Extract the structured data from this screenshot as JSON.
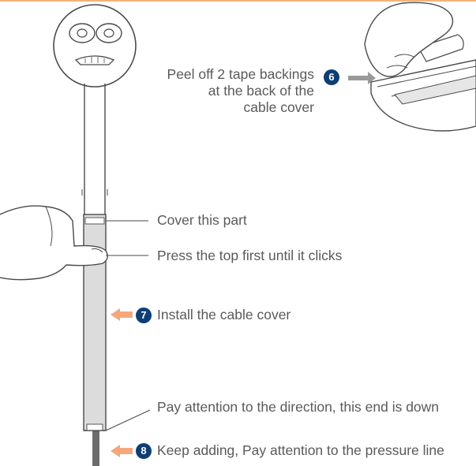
{
  "colors": {
    "top_rule": "#f2b27e",
    "badge": "#0d3f73",
    "arrow_orange": "#f4a77b",
    "arrow_grey": "#9a9a9a",
    "cover_fill": "#dcdcdc",
    "stand_fill": "#ffffff",
    "stroke": "#4a4a4a",
    "cable": "#6c6c6c"
  },
  "steps": {
    "peel": {
      "number": "6",
      "lines": [
        "Peel off 2 tape backings",
        "at the back of the",
        "cable cover"
      ]
    },
    "install": {
      "number": "7",
      "label": "Install the cable cover"
    },
    "keep": {
      "number": "8",
      "label": "Keep adding, Pay attention to the pressure line"
    }
  },
  "callouts": {
    "cover_part": "Cover this part",
    "press_top": "Press the top first until it clicks",
    "direction": "Pay attention to the direction, this end is down"
  },
  "icons": {
    "hand": "hand-icon",
    "arrow": "arrow-right-icon",
    "face": "camera-face-icon"
  }
}
